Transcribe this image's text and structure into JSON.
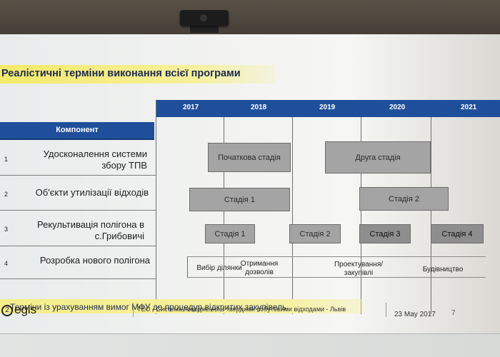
{
  "slide": {
    "title": "Реалістичні терміни виконання всієї програми",
    "years": [
      "2017",
      "2018",
      "2019",
      "2020",
      "2021"
    ],
    "component_header": "Компонент",
    "rows": [
      {
        "num": "1",
        "label_line1": "Удосконалення системи",
        "label_line2": "збору ТПВ"
      },
      {
        "num": "2",
        "label_line1": "Об'єкти утилізації відходів",
        "label_line2": ""
      },
      {
        "num": "3",
        "label_line1": "Рекультивація полігона в",
        "label_line2": "с.Грибовичі"
      },
      {
        "num": "4",
        "label_line1": "Розробка нового полігона",
        "label_line2": ""
      }
    ],
    "bars": {
      "r1_a": "Початкова стадія",
      "r1_b": "Друга стадія",
      "r2_a": "Стадія 1",
      "r2_b": "Стадія 2",
      "r3_a": "Стадія 1",
      "r3_b": "Стадія 2",
      "r3_c": "Стадія 3",
      "r3_d": "Стадія 4"
    },
    "milestones": {
      "m1": "Вибір ділянки",
      "m2_line1": "Отримання",
      "m2_line2": "дозволів",
      "m3_line1": "Проектування/",
      "m3_line2": "закупівлі",
      "m4": "Будівництво"
    },
    "note": "Терміни із урахуванням вимог МФУ до процедур відкритих закупівель",
    "footer": {
      "logo": "egis",
      "logo_mark": "2",
      "title": "ТЕО - Система поводження з твердими побутовими відходами - Львів",
      "date": "23 May 2017",
      "page": "7"
    }
  }
}
